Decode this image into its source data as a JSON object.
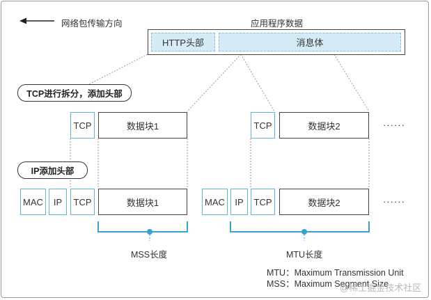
{
  "direction": {
    "label": "网络包传输方向",
    "icon": "left-arrow-icon"
  },
  "app_data": {
    "title": "应用程序数据",
    "http_header": "HTTP头部",
    "message_body": "消息体"
  },
  "steps": {
    "tcp_split": "TCP进行拆分，添加头部",
    "ip_add": "IP添加头部"
  },
  "segments": {
    "tcp": "TCP",
    "ip": "IP",
    "mac": "MAC",
    "block1": "数据块1",
    "block2": "数据块2",
    "ellipsis": "······"
  },
  "measures": {
    "mss": "MSS长度",
    "mtu": "MTU长度"
  },
  "legend": {
    "mtu": "MTU：Maximum Transmission Unit",
    "mss": "MSS：Maximum Segment Size"
  },
  "watermark": "@稀土掘金技术社区",
  "colors": {
    "accent": "#5eb4da",
    "fill": "#d5ecf7",
    "line": "#444444"
  }
}
